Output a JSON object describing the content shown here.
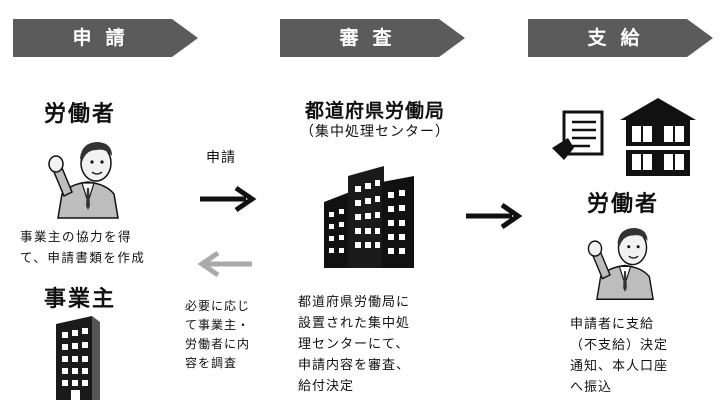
{
  "stages": [
    {
      "label": "申請"
    },
    {
      "label": "審査"
    },
    {
      "label": "支給"
    }
  ],
  "left": {
    "worker_title": "労働者",
    "worker_desc": [
      "事業主の協力を得",
      "て、申請書類を作成"
    ],
    "employer_title": "事業主"
  },
  "center": {
    "office_title": "都道府県労働局",
    "office_subtitle": "（集中処理センター）",
    "office_desc": [
      "都道府県労働局に",
      "設置された集中処",
      "理センターにて、",
      "申請内容を審査、",
      "給付決定"
    ]
  },
  "arrows": {
    "apply_label": "申請",
    "investigate_text": [
      "必要に応じ",
      "て事業主・",
      "労働者に内",
      "容を調査"
    ]
  },
  "right": {
    "worker_title": "労働者",
    "pay_desc": [
      "申請者に支給",
      "（不支給）決定",
      "通知、本人口座",
      "へ振込"
    ]
  },
  "icons": [
    "worker-icon",
    "employer-building-icon",
    "office-buildings-icon",
    "document-icon",
    "house-icon",
    "arrow-right-icon",
    "arrow-left-icon"
  ],
  "colors": {
    "stage_bg": "#5b5b5b",
    "stage_text": "#ffffff",
    "arrow_dark": "#111111",
    "arrow_light": "#aaaaaa"
  }
}
